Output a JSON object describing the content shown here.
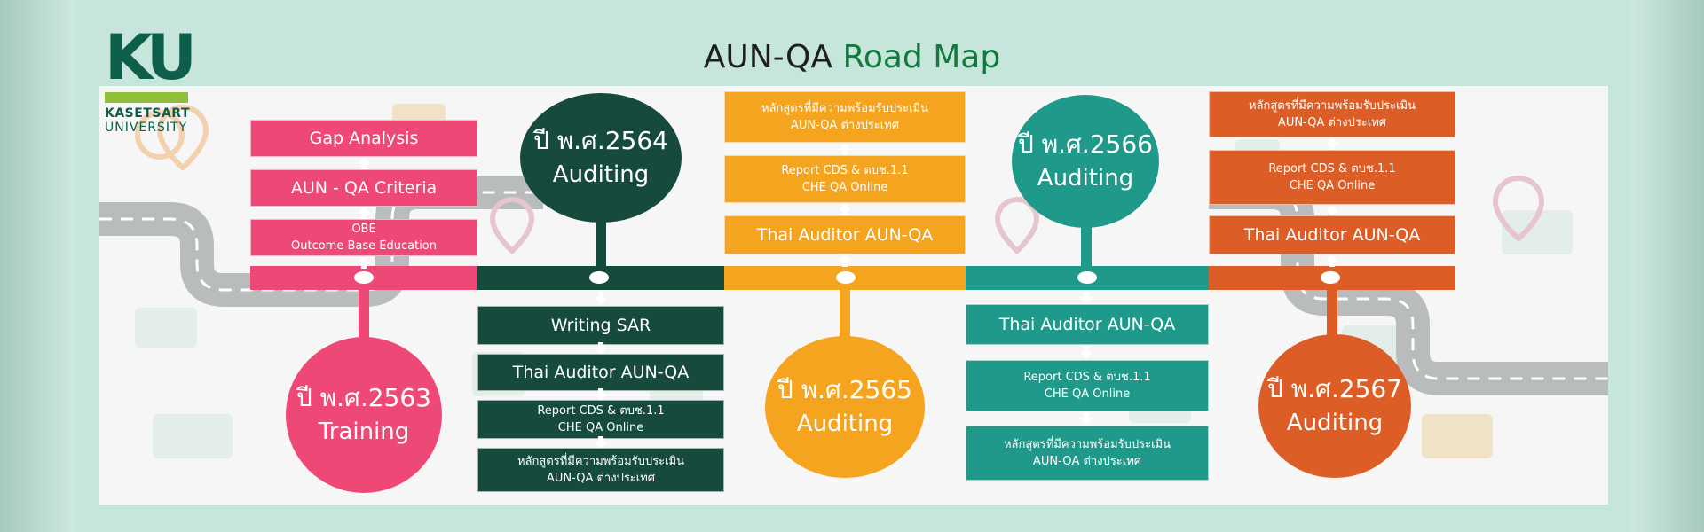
{
  "title": {
    "main": "AUN-QA",
    "accent": "Road Map"
  },
  "logo": {
    "mark": "KU",
    "line1": "KASETSART",
    "line2": "UNIVERSITY"
  },
  "colors": {
    "pink": "#ee4876",
    "dark_green": "#154a3d",
    "amber": "#f4a41e",
    "teal": "#1f998a",
    "orange": "#dd5d26"
  },
  "stages": [
    {
      "year": "ปี พ.ศ.2563",
      "label": "Training",
      "boxes": [
        "Gap Analysis",
        "AUN - QA Criteria",
        "OBE",
        "Outcome Base Education"
      ]
    },
    {
      "year": "ปี พ.ศ.2564",
      "label": "Auditing",
      "boxes": [
        "Writing SAR",
        "Thai Auditor AUN-QA",
        "Report CDS & ตบช.1.1",
        "CHE QA Online",
        "หลักสูตรที่มีความพร้อมรับประเมิน",
        "AUN-QA ต่างประเทศ"
      ]
    },
    {
      "year": "ปี พ.ศ.2565",
      "label": "Auditing",
      "boxes": [
        "หลักสูตรที่มีความพร้อมรับประเมิน",
        "AUN-QA ต่างประเทศ",
        "Report CDS & ตบช.1.1",
        "CHE QA Online",
        "Thai Auditor AUN-QA"
      ]
    },
    {
      "year": "ปี พ.ศ.2566",
      "label": "Auditing",
      "boxes": [
        "Thai Auditor AUN-QA",
        "Report CDS & ตบช.1.1",
        "CHE QA Online",
        "หลักสูตรที่มีความพร้อมรับประเมิน",
        "AUN-QA ต่างประเทศ"
      ]
    },
    {
      "year": "ปี พ.ศ.2567",
      "label": "Auditing",
      "boxes": [
        "หลักสูตรที่มีความพร้อมรับประเมิน",
        "AUN-QA ต่างประเทศ",
        "Report CDS & ตบช.1.1",
        "CHE QA Online",
        "Thai Auditor AUN-QA"
      ]
    }
  ]
}
